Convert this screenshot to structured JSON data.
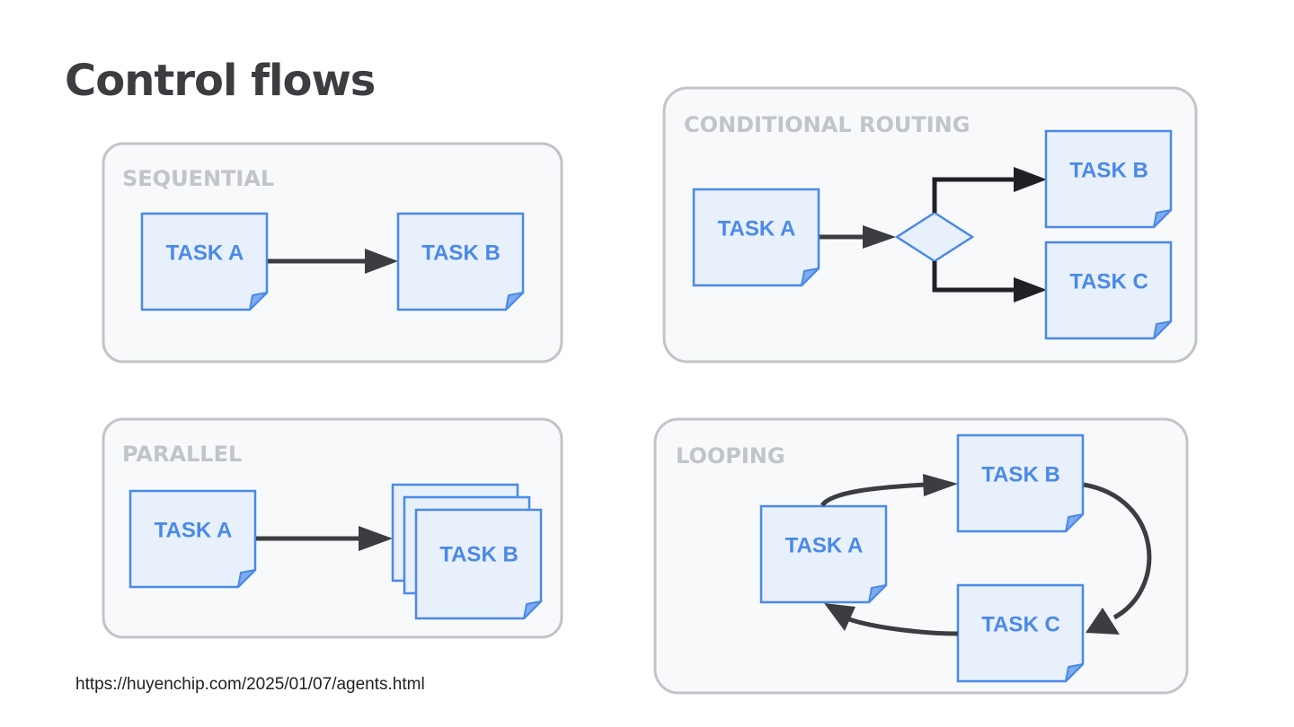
{
  "title": "Control flows",
  "source": "https://huyenchip.com/2025/01/07/agents.html",
  "panels": {
    "sequential": {
      "label": "SEQUENTIAL",
      "task_a": "TASK A",
      "task_b": "TASK B"
    },
    "parallel": {
      "label": "PARALLEL",
      "task_a": "TASK A",
      "task_b": "TASK B"
    },
    "conditional": {
      "label": "CONDITIONAL ROUTING",
      "task_a": "TASK A",
      "task_b": "TASK B",
      "task_c": "TASK C"
    },
    "looping": {
      "label": "LOOPING",
      "task_a": "TASK A",
      "task_b": "TASK B",
      "task_c": "TASK C"
    }
  },
  "colors": {
    "note_fill": "#e8f0fc",
    "note_stroke": "#4a89e8",
    "panel_border": "#c1c4c9",
    "arrow": "#3b3d40"
  }
}
